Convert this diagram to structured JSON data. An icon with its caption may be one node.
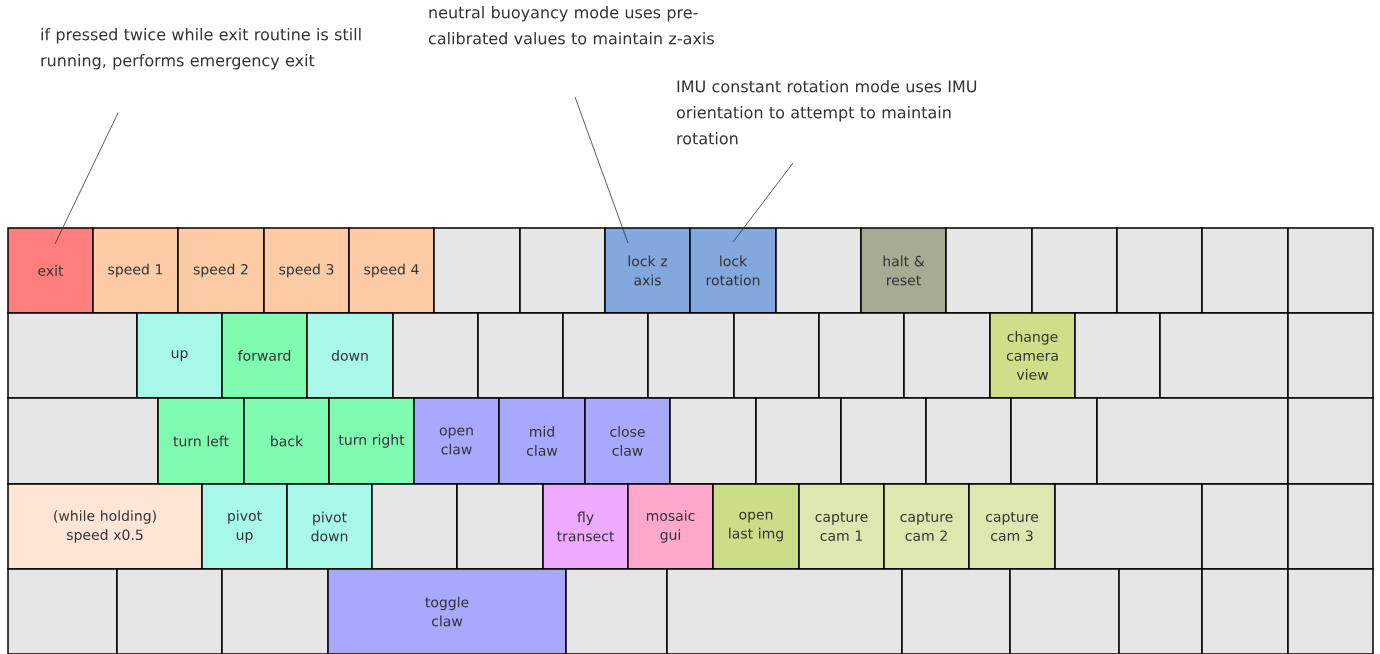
{
  "diagram": {
    "nodes": [
      {
        "text": [
          "if pressed twice while exit routine is still running, performs emergency exit"
        ]
      },
      {
        "text": [
          "neutral buoyancy mode uses pre-calibrated values to maintain z-axis"
        ]
      },
      {
        "text": [
          "IMU constant rotation mode uses IMU orientation to attempt to maintain rotation"
        ]
      },
      {
        "text": [
          "exit"
        ]
      },
      {
        "text": [
          "speed 1"
        ]
      },
      {
        "text": [
          "speed 2"
        ]
      },
      {
        "text": [
          "speed 3"
        ]
      },
      {
        "text": [
          "speed 4"
        ]
      },
      {
        "text": [],
        "shape": "box"
      },
      {
        "text": [],
        "shape": "box"
      },
      {
        "text": [
          "lock z axis"
        ]
      },
      {
        "text": [
          "lock rotation"
        ]
      },
      {
        "text": [],
        "shape": "box"
      },
      {
        "text": [
          "halt & reset"
        ]
      },
      {
        "text": [],
        "shape": "box"
      },
      {
        "text": [],
        "shape": "box"
      },
      {
        "text": [],
        "shape": "box"
      },
      {
        "text": [],
        "shape": "box"
      },
      {
        "text": [],
        "shape": "box"
      },
      {
        "text": [],
        "shape": "box"
      },
      {
        "text": [
          "up"
        ]
      },
      {
        "text": [
          "forward"
        ]
      },
      {
        "text": [
          "down"
        ]
      },
      {
        "text": [],
        "shape": "box"
      },
      {
        "text": [],
        "shape": "box"
      },
      {
        "text": [],
        "shape": "box"
      },
      {
        "text": [],
        "shape": "box"
      },
      {
        "text": [],
        "shape": "box"
      },
      {
        "text": [],
        "shape": "box"
      },
      {
        "text": [],
        "shape": "box"
      },
      {
        "text": [
          "change camera view"
        ]
      },
      {
        "text": [],
        "shape": "box"
      },
      {
        "text": [],
        "shape": "box"
      },
      {
        "text": [],
        "shape": "box"
      },
      {
        "text": [],
        "shape": "box"
      },
      {
        "text": [
          "turn left"
        ]
      },
      {
        "text": [
          "back"
        ]
      },
      {
        "text": [
          "turn right"
        ]
      },
      {
        "text": [
          "open claw"
        ]
      },
      {
        "text": [
          "mid claw"
        ]
      },
      {
        "text": [
          "close claw"
        ]
      },
      {
        "text": [],
        "shape": "box"
      },
      {
        "text": [],
        "shape": "box"
      },
      {
        "text": [],
        "shape": "box"
      },
      {
        "text": [],
        "shape": "box"
      },
      {
        "text": [],
        "shape": "box"
      },
      {
        "text": [],
        "shape": "box"
      },
      {
        "text": [],
        "shape": "box"
      },
      {
        "text": [
          "(while holding) speed x0.5"
        ]
      },
      {
        "text": [
          "pivot up"
        ]
      },
      {
        "text": [
          "pivot down"
        ]
      },
      {
        "text": [],
        "shape": "box"
      },
      {
        "text": [],
        "shape": "box"
      },
      {
        "text": [
          "fly transect"
        ]
      },
      {
        "text": [
          "mosaic gui"
        ]
      },
      {
        "text": [
          "open last img"
        ]
      },
      {
        "text": [
          "capture cam 1"
        ]
      },
      {
        "text": [
          "capture cam 2"
        ]
      },
      {
        "text": [
          "capture cam 3"
        ]
      },
      {
        "text": [],
        "shape": "box"
      },
      {
        "text": [],
        "shape": "box"
      },
      {
        "text": [],
        "shape": "box"
      },
      {
        "text": [],
        "shape": "box"
      },
      {
        "text": [],
        "shape": "box"
      },
      {
        "text": [],
        "shape": "box"
      },
      {
        "text": [
          "toggle claw"
        ]
      },
      {
        "text": [],
        "shape": "box"
      },
      {
        "text": [],
        "shape": "box"
      },
      {
        "text": [],
        "shape": "box"
      },
      {
        "text": [],
        "shape": "box"
      },
      {
        "text": [],
        "shape": "box"
      },
      {
        "text": [],
        "shape": "box"
      },
      {
        "text": [],
        "shape": "box"
      }
    ],
    "edges": [
      {
        "from": 0,
        "to": 3,
        "arrow": "none"
      },
      {
        "from": 1,
        "to": 10,
        "arrow": "none"
      },
      {
        "from": 2,
        "to": 11,
        "arrow": "none"
      }
    ]
  }
}
